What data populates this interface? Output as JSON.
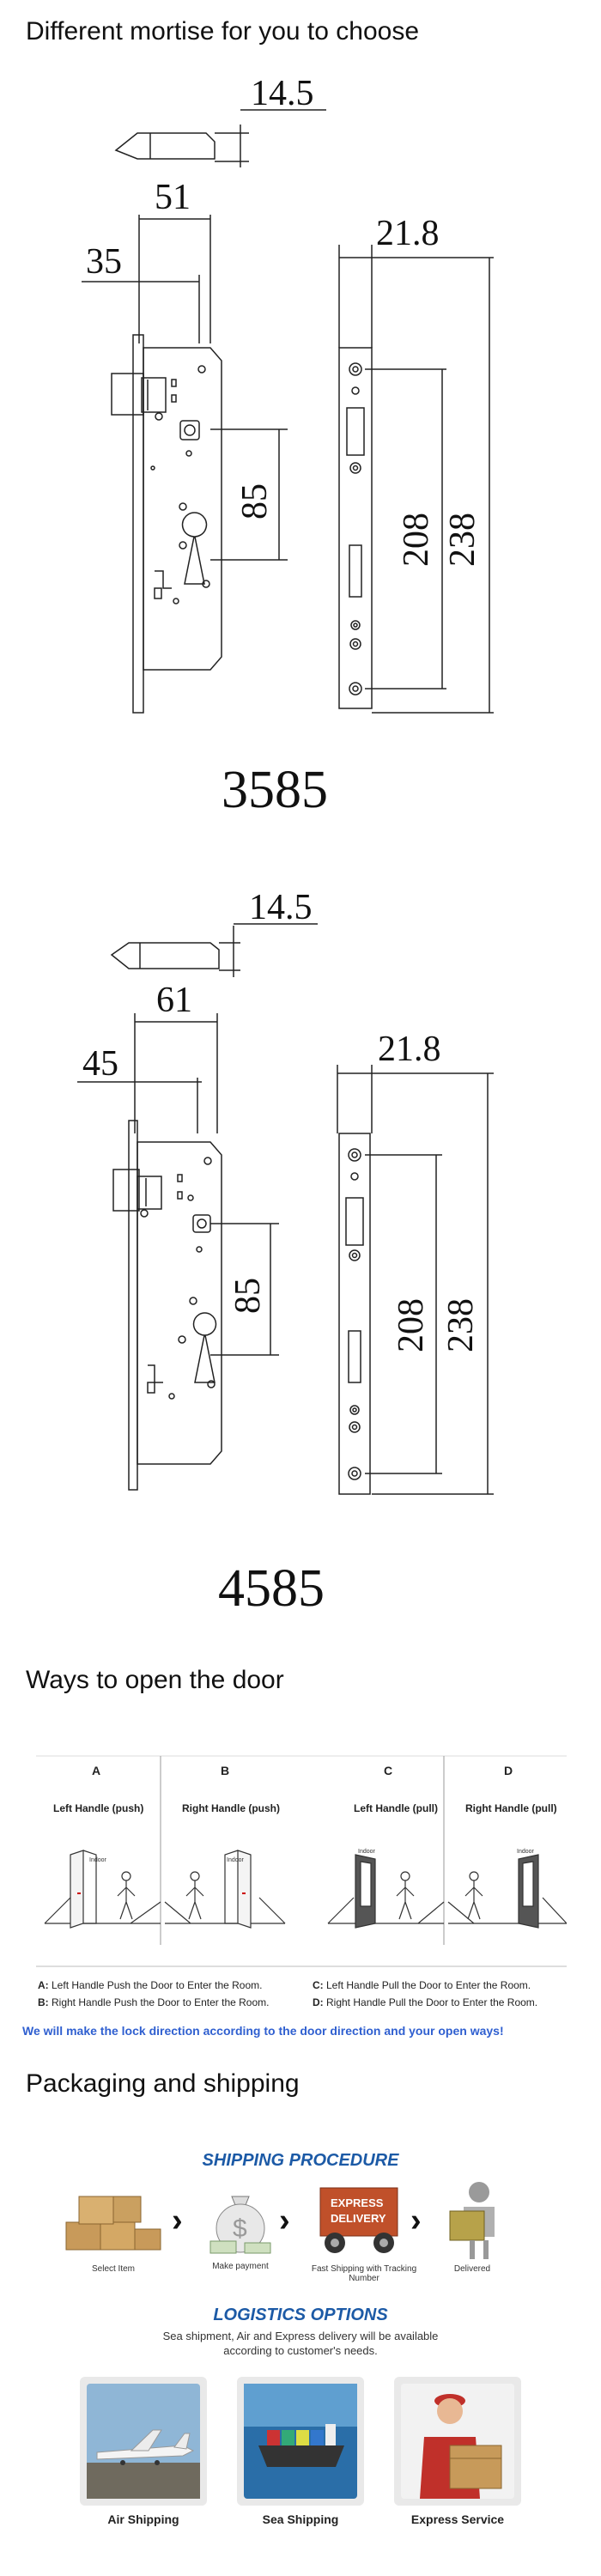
{
  "section_titles": {
    "mortise": "Different mortise for you to choose",
    "ways": "Ways to open the door",
    "packaging": "Packaging and shipping"
  },
  "mortise_3585": {
    "model": "3585",
    "dims": {
      "bolt": "14.5",
      "width": "51",
      "backset": "35",
      "center": "85",
      "plate_width": "21.8",
      "inner": "208",
      "outer": "238"
    }
  },
  "mortise_4585": {
    "model": "4585",
    "dims": {
      "bolt": "14.5",
      "width": "61",
      "backset": "45",
      "center": "85",
      "plate_width": "21.8",
      "inner": "208",
      "outer": "238"
    }
  },
  "door_ways": {
    "letters": [
      "A",
      "B",
      "C",
      "D"
    ],
    "headings": [
      "Left Handle (push)",
      "Right Handle (push)",
      "Left Handle (pull)",
      "Right Handle (pull)"
    ],
    "indoor": "Indoor",
    "captions": [
      {
        "key": "A:",
        "text": " Left Handle Push the Door to Enter the Room."
      },
      {
        "key": "B:",
        "text": " Right Handle Push the Door to Enter the Room."
      },
      {
        "key": "C:",
        "text": " Left Handle Pull the Door to Enter the Room."
      },
      {
        "key": "D:",
        "text": " Right Handle Pull the Door to Enter the Room."
      }
    ],
    "note": "We will make the lock direction according to the door direction and your open ways!"
  },
  "shipping": {
    "procedure_title": "SHIPPING PROCEDURE",
    "steps": [
      "Select Item",
      "Make payment",
      "Fast Shipping with Tracking Number",
      "Delivered"
    ],
    "express_text": [
      "EXPRESS",
      "DELIVERY"
    ],
    "logistics_title": "LOGISTICS OPTIONS",
    "logistics_sub_1": "Sea shipment, Air and Express delivery will be available",
    "logistics_sub_2": "according to customer's needs.",
    "options": [
      "Air Shipping",
      "Sea Shipping",
      "Express Service"
    ]
  },
  "colors": {
    "accent_blue": "#1c5aa6",
    "note_blue": "#2f5fd0",
    "express_orange": "#c0502a"
  }
}
